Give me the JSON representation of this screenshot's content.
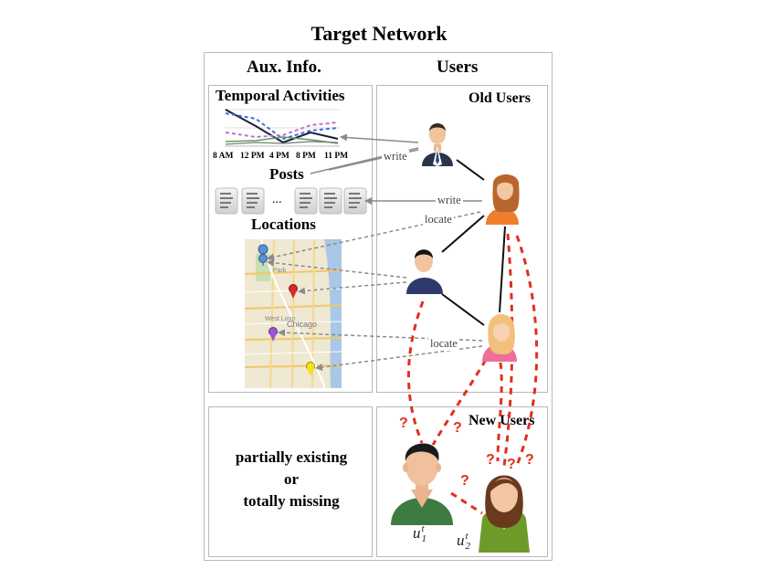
{
  "title": "Target Network",
  "left_header": "Aux. Info.",
  "right_header": "Users",
  "sections": {
    "temporal": "Temporal Activities",
    "posts": "Posts",
    "posts_ellipsis": "...",
    "locations": "Locations",
    "old_users": "Old Users",
    "new_users": "New Users"
  },
  "time_ticks": [
    "8 AM",
    "12 PM",
    "4 PM",
    "8 PM",
    "11 PM"
  ],
  "edge_labels": {
    "write_1": "write",
    "write_2": "write",
    "locate_1": "locate",
    "locate_2": "locate"
  },
  "missing_text": [
    "partially existing",
    "or",
    "totally missing"
  ],
  "question_mark": "?",
  "new_user_labels": [
    {
      "base": "u",
      "sup": "t",
      "sub": "1"
    },
    {
      "base": "u",
      "sup": "t",
      "sub": "2"
    }
  ],
  "map_labels": {
    "city": "Chicago",
    "park": "Park",
    "west_loop": "West Loop"
  },
  "colors": {
    "dashed_red": "#e0301e",
    "arrow_gray": "#8a8a8a",
    "border_gray": "#b9b9b9",
    "pin_blue": "#5b8fd6",
    "pin_red": "#d62a2a",
    "pin_purple": "#9a55d0",
    "pin_yellow": "#f1e21c"
  }
}
